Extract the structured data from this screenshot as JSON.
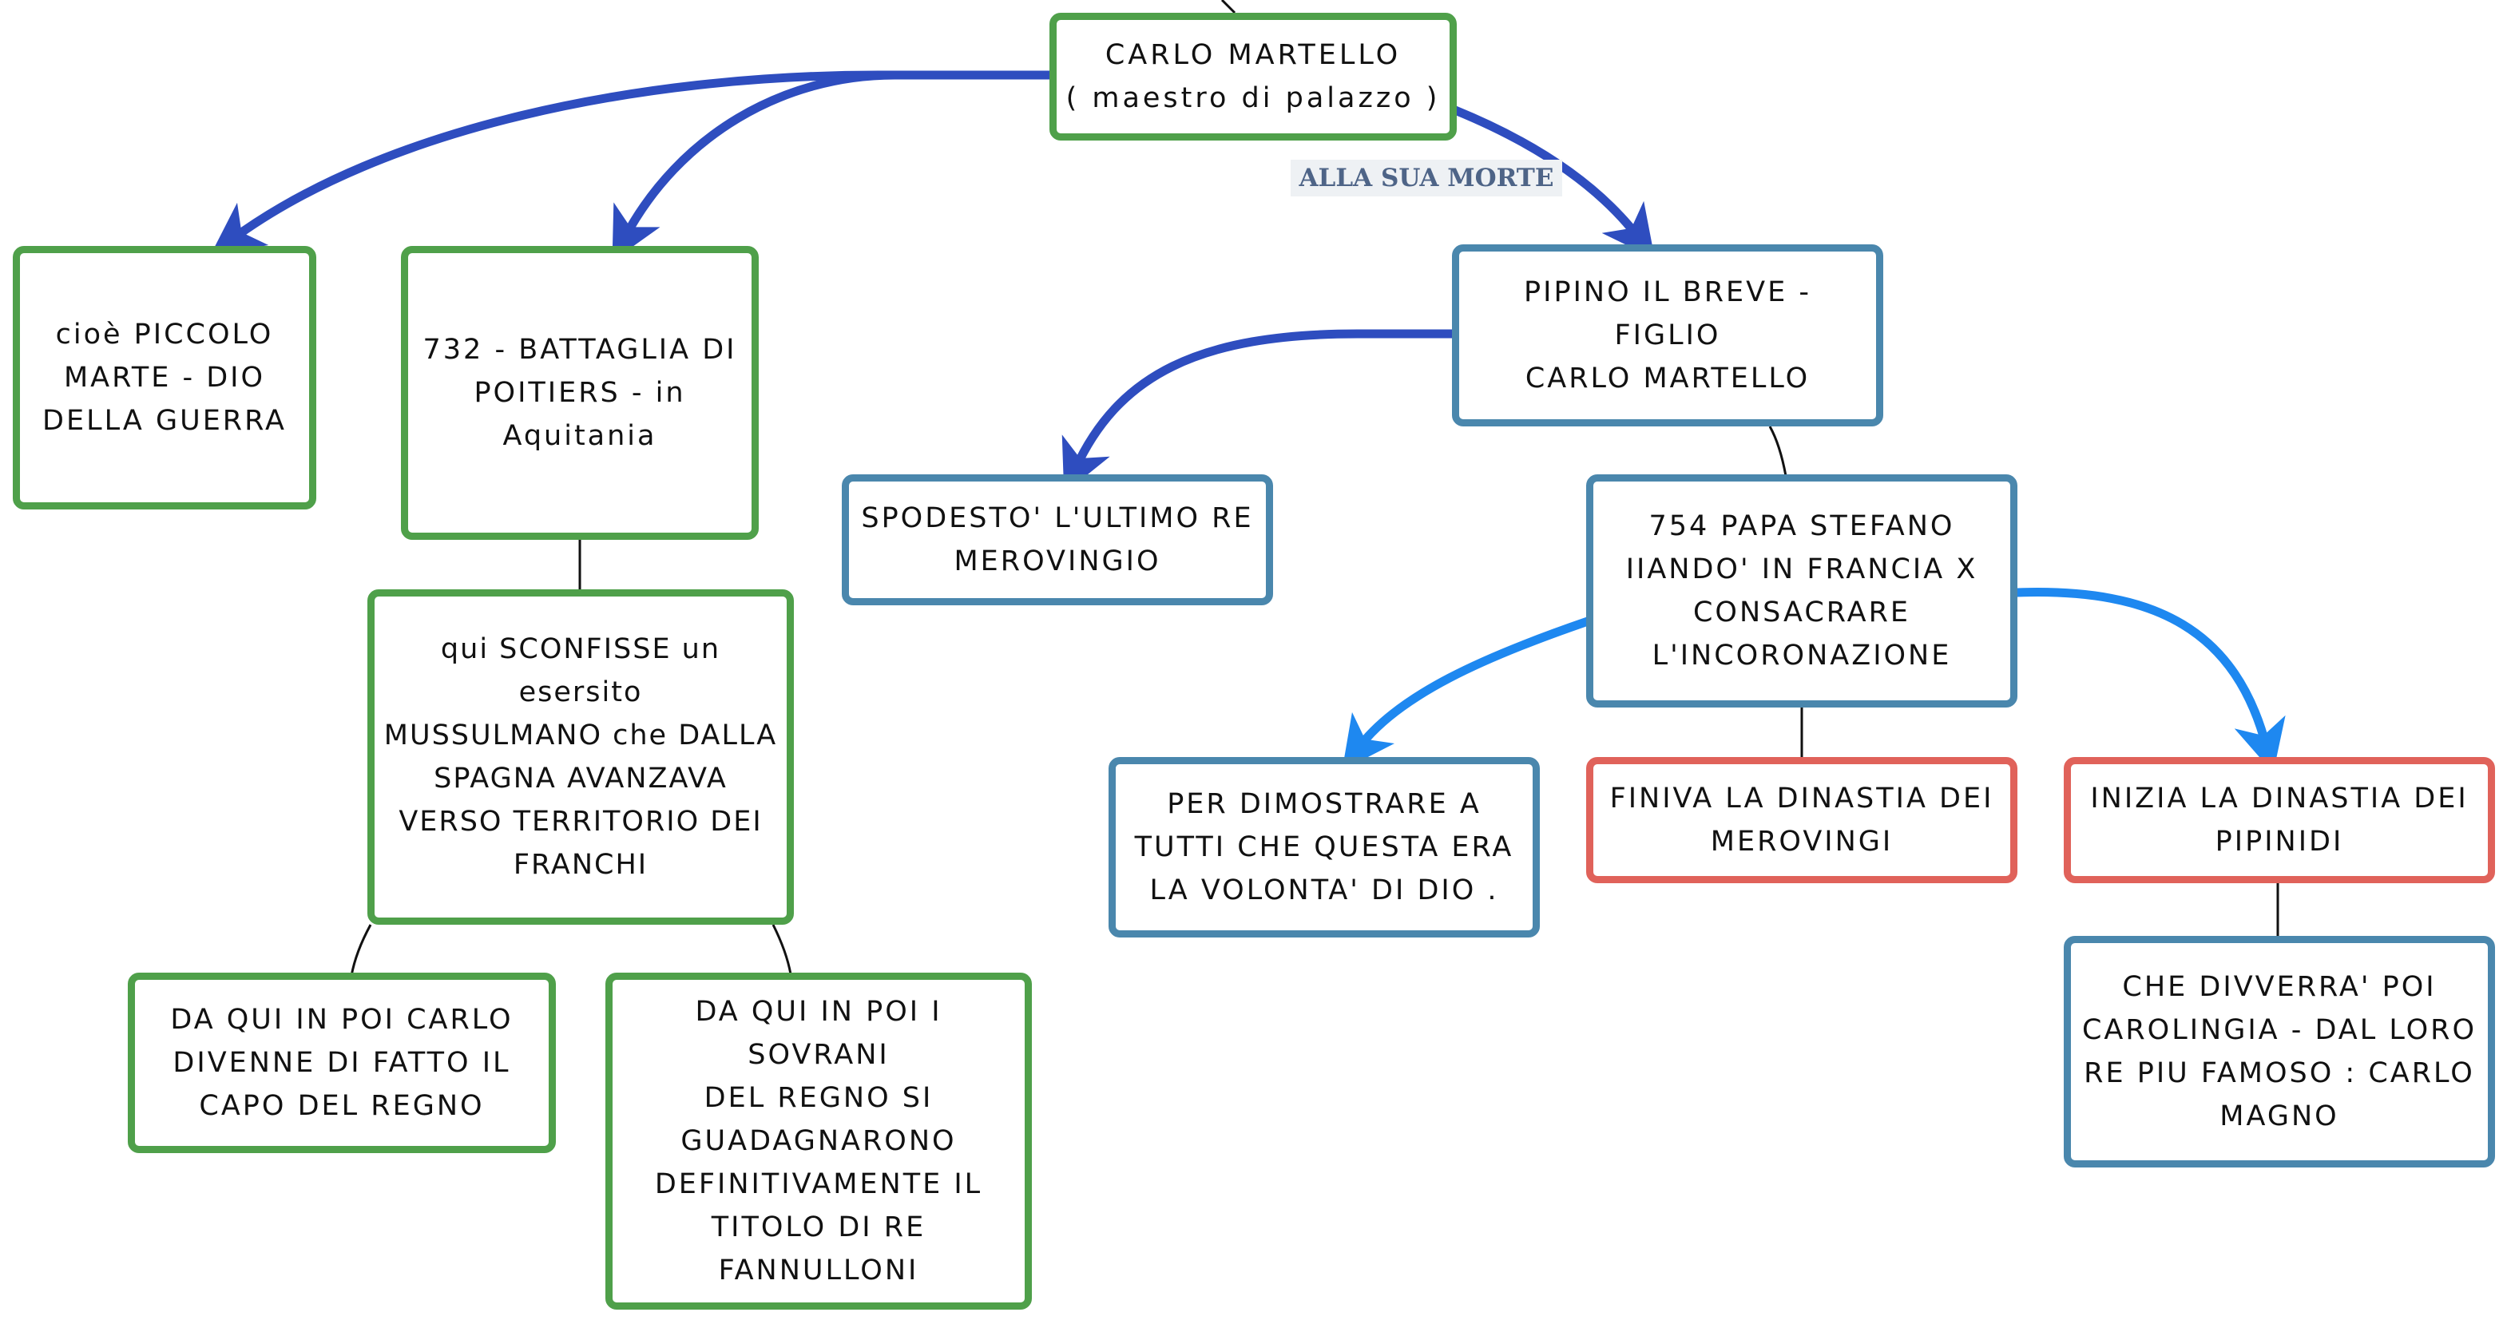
{
  "colors": {
    "green": "#4fa04a",
    "blue": "#4a87ad",
    "red": "#e0625a",
    "dark_arrow": "#2e4dbf",
    "light_arrow": "#1e88f0",
    "line": "#111111"
  },
  "connector_label": "ALLA SUA MORTE",
  "nodes": {
    "carlo": "CARLO MARTELLO\n( maestro di palazzo )",
    "piccolo": "cioè PICCOLO\nMARTE - DIO\nDELLA GUERRA",
    "battaglia": "732 - BATTAGLIA DI\nPOITIERS - in\nAquitania",
    "sconfisse": "qui SCONFISSE un esersito\nMUSSULMANO che DALLA\nSPAGNA AVANZAVA\nVERSO TERRITORIO DEI\nFRANCHI",
    "capo": "DA QUI IN POI CARLO\nDIVENNE DI FATTO IL\nCAPO DEL REGNO",
    "sovrani": "DA QUI IN POI I SOVRANI\nDEL REGNO SI\nGUADAGNARONO\nDEFINITIVAMENTE IL\nTITOLO DI RE\nFANNULLONI",
    "pipino": "PIPINO IL BREVE - FIGLIO\nCARLO MARTELLO",
    "spodesto": "SPODESTO' L'ULTIMO RE\nMEROVINGIO",
    "papa": "754 PAPA STEFANO\nIIANDO' IN FRANCIA X\nCONSACRARE\nL'INCORONAZIONE",
    "dimostrare": "PER DIMOSTRARE A\nTUTTI CHE QUESTA ERA\nLA VOLONTA' DI DIO .",
    "finiva": "FINIVA LA DINASTIA DEI\nMEROVINGI",
    "inizia": "INIZIA LA DINASTIA DEI\nPIPINIDI",
    "carolingia": "CHE DIVVERRA' POI\nCAROLINGIA - DAL LORO\nRE PIU FAMOSO : CARLO\nMAGNO"
  }
}
